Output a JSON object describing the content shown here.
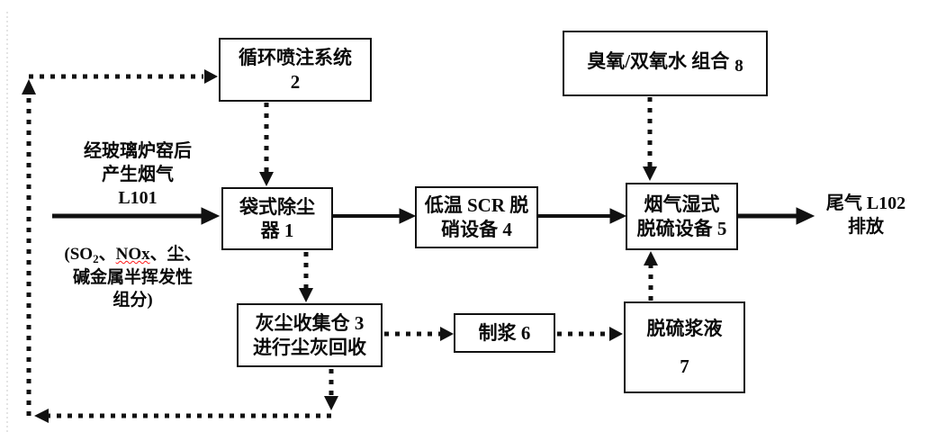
{
  "boxes": {
    "injection_system": {
      "line1": "循环喷注系统",
      "line2": "2"
    },
    "ozone_peroxide": {
      "text": "臭氧/双氧水 组合",
      "num": "8"
    },
    "bag_filter": {
      "line1": "袋式除尘",
      "line2": "器 1"
    },
    "scr": {
      "line1": "低温 SCR 脱",
      "line2": "硝设备 4"
    },
    "wet_fgd": {
      "line1": "烟气湿式",
      "line2": "脱硫设备 5"
    },
    "dust_bin": {
      "line1": "灰尘收集仓 3",
      "line2": "进行尘灰回收"
    },
    "slurry_prep": {
      "text": "制浆 6"
    },
    "fgd_slurry": {
      "line1": "脱硫浆液",
      "line2": "7"
    }
  },
  "labels": {
    "inlet": {
      "line1": "经玻璃炉窑后",
      "line2": "产生烟气",
      "line3": "L101"
    },
    "composition": {
      "p1": "(SO",
      "p1sub": "2",
      "p2": "、",
      "p3": "NOx",
      "p4": "、尘、",
      "line2": "碱金属半挥发性",
      "line3": "组分)"
    },
    "outlet": {
      "line1": "尾气 L102",
      "line2": "排放"
    }
  },
  "edges": [
    {
      "from": "烟气 L101",
      "to": "袋式除尘器 1",
      "style": "solid"
    },
    {
      "from": "袋式除尘器 1",
      "to": "低温 SCR 脱硝设备 4",
      "style": "solid"
    },
    {
      "from": "低温 SCR 脱硝设备 4",
      "to": "烟气湿式脱硫设备 5",
      "style": "solid"
    },
    {
      "from": "烟气湿式脱硫设备 5",
      "to": "尾气 L102 排放",
      "style": "solid"
    },
    {
      "from": "循环喷注系统 2",
      "to": "袋式除尘器 1",
      "style": "dotted"
    },
    {
      "from": "臭氧/双氧水 组合 8",
      "to": "烟气湿式脱硫设备 5",
      "style": "dotted"
    },
    {
      "from": "袋式除尘器 1",
      "to": "灰尘收集仓 3",
      "style": "dotted"
    },
    {
      "from": "灰尘收集仓 3",
      "to": "制浆 6",
      "style": "dotted"
    },
    {
      "from": "制浆 6",
      "to": "脱硫浆液 7",
      "style": "dotted"
    },
    {
      "from": "脱硫浆液 7",
      "to": "烟气湿式脱硫设备 5",
      "style": "dotted"
    },
    {
      "from": "灰尘收集仓 3",
      "to": "循环喷注系统 2",
      "style": "dotted-recycle-loop"
    }
  ],
  "colors": {
    "line": "#111111",
    "text": "#0a0a0a",
    "spellcheck_underline": "#ff1a1a",
    "background": "#ffffff",
    "canvas_edge": "#c8c8c8"
  }
}
